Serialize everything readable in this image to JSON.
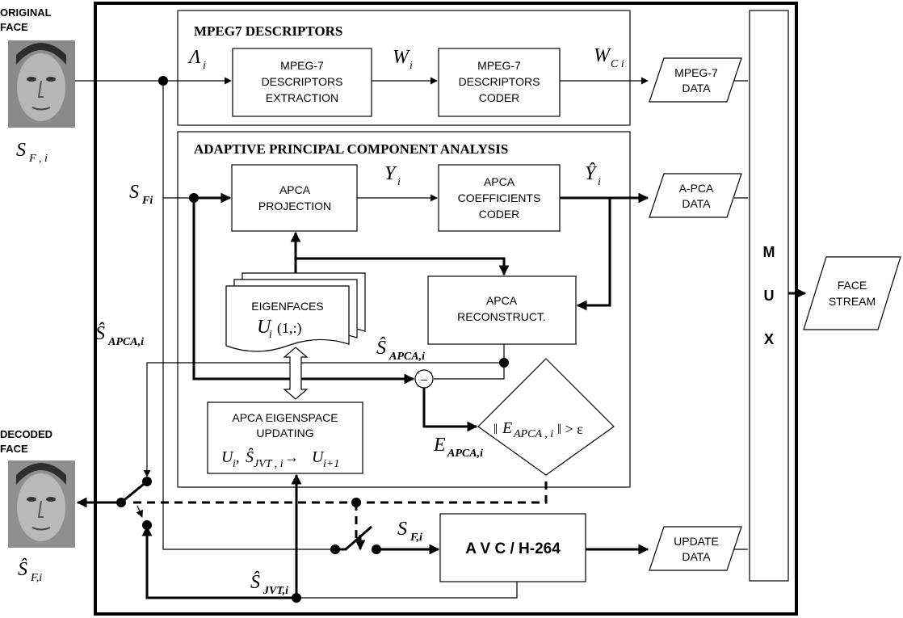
{
  "labels": {
    "original_face": [
      "ORIGINAL",
      "FACE"
    ],
    "decoded_face": [
      "DECODED",
      "FACE"
    ],
    "section_mpeg7": "MPEG7 DESCRIPTORS",
    "section_apca": "ADAPTIVE PRINCIPAL COMPONENT ANALYSIS",
    "mpeg7_extraction": [
      "MPEG-7",
      "DESCRIPTORS",
      "EXTRACTION"
    ],
    "mpeg7_coder": [
      "MPEG-7",
      "DESCRIPTORS",
      "CODER"
    ],
    "mpeg7_data": [
      "MPEG-7",
      "DATA"
    ],
    "apca_projection": [
      "APCA",
      "PROJECTION"
    ],
    "apca_coeff_coder": [
      "APCA",
      "COEFFICIENTS",
      "CODER"
    ],
    "apca_data": [
      "A-PCA",
      "DATA"
    ],
    "eigenfaces": "EIGENFACES",
    "apca_reconstruct": [
      "APCA",
      "RECONSTRUCT."
    ],
    "eigenspace_updating": [
      "APCA EIGENSPACE",
      "UPDATING"
    ],
    "avc": "A V C / H-264",
    "update_data": [
      "UPDATE",
      "DATA"
    ],
    "mux": [
      "M",
      "U",
      "X"
    ],
    "face_stream": [
      "FACE",
      "STREAM"
    ],
    "subtractor": "–"
  },
  "symbols": {
    "lambda": {
      "base": "Λ",
      "sub": "i"
    },
    "w": {
      "base": "W",
      "sub": "i"
    },
    "wc": {
      "base": "W",
      "sub": "C i"
    },
    "s_f_in": {
      "base": "S",
      "sub": "F , i"
    },
    "s_fi": {
      "base": "S",
      "sub": "Fi"
    },
    "y": {
      "base": "Y",
      "sub": "i"
    },
    "y_hat": {
      "base": "Ŷ",
      "sub": "i"
    },
    "u_i": {
      "base": "U",
      "sub": "i",
      "tail": "(1,:)"
    },
    "s_apca_left": {
      "base": "Ŝ",
      "sub": "APCA,i"
    },
    "s_apca_right": {
      "base": "Ŝ",
      "sub": "APCA,i"
    },
    "e_apca": {
      "base": "E",
      "sub": "APCA,i"
    },
    "criterion": {
      "open": "‖",
      "base": "E",
      "sub": "APCA , i",
      "close": "‖ > ε"
    },
    "update_formula": {
      "u": "U",
      "u_sub": "i",
      "sep": " , ",
      "s": "Ŝ",
      "s_sub": "JVT , i",
      "arrow": " → ",
      "u2": "U",
      "u2_sub": "i+1"
    },
    "s_jvt": {
      "base": "Ŝ",
      "sub": "JVT,i"
    },
    "s_f_avc": {
      "base": "S",
      "sub": "F,i"
    },
    "s_f_decoded": {
      "base": "Ŝ",
      "sub": "F,i"
    }
  }
}
